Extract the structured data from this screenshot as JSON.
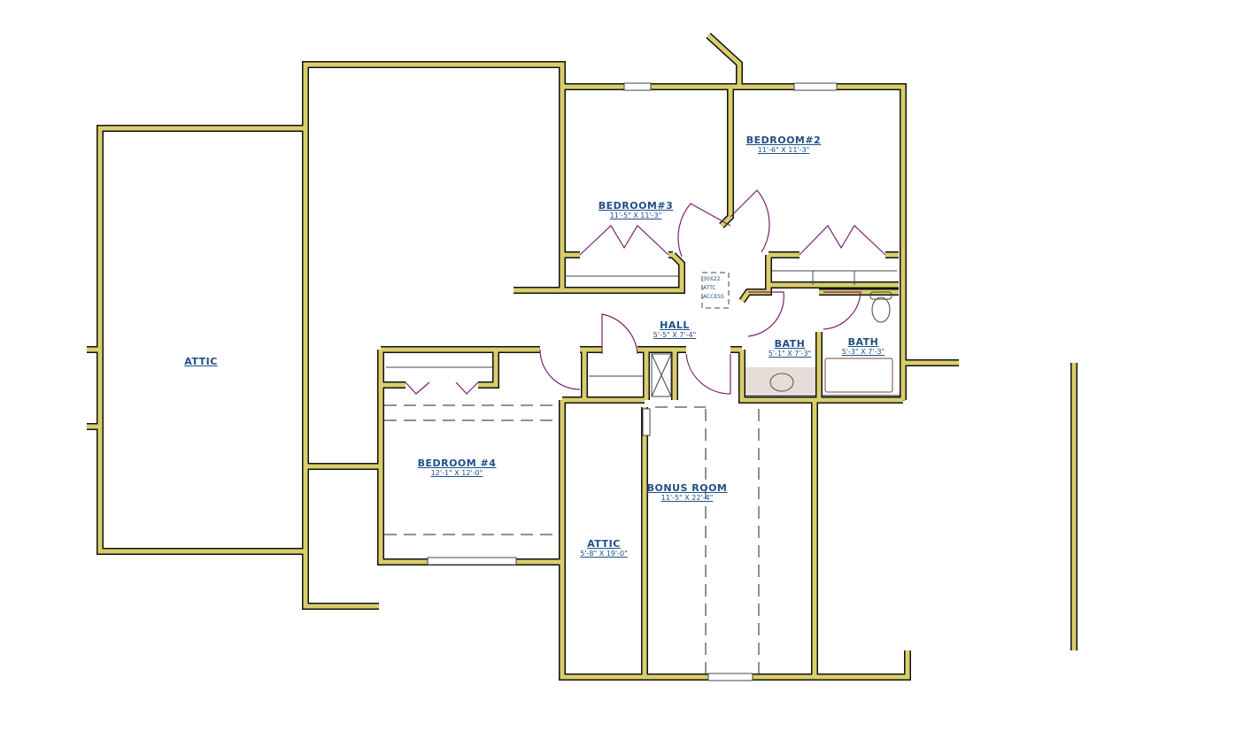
{
  "colors": {
    "wall": "#d9ce6c",
    "outline": "#111111",
    "door": "#7a1f6e",
    "label": "#1f4e86",
    "floor_gray": "#7b8494"
  },
  "rooms": [
    {
      "name": "ATTIC",
      "dims": ""
    },
    {
      "name": "BEDROOM#2",
      "dims": "11'-6\" X 11'-3\""
    },
    {
      "name": "BEDROOM#3",
      "dims": "11'-5\" X 11'-3\""
    },
    {
      "name": "HALL",
      "dims": "5'-5\" X 7'-4\""
    },
    {
      "name": "BATH",
      "dims": "5'-1\" X 7'-3\""
    },
    {
      "name": "BATH",
      "dims": "5'-3\" X 7'-3\""
    },
    {
      "name": "BEDROOM #4",
      "dims": "12'-1\" X 12'-0\""
    },
    {
      "name": "BONUS ROOM",
      "dims": "11'-5\" X 22'-4\""
    },
    {
      "name": "ATTIC",
      "dims": "5'-8\" X 19'-0\""
    }
  ],
  "attic_access": {
    "line1": "30X22",
    "line2": "ATTC",
    "line3": "ACCESS"
  }
}
